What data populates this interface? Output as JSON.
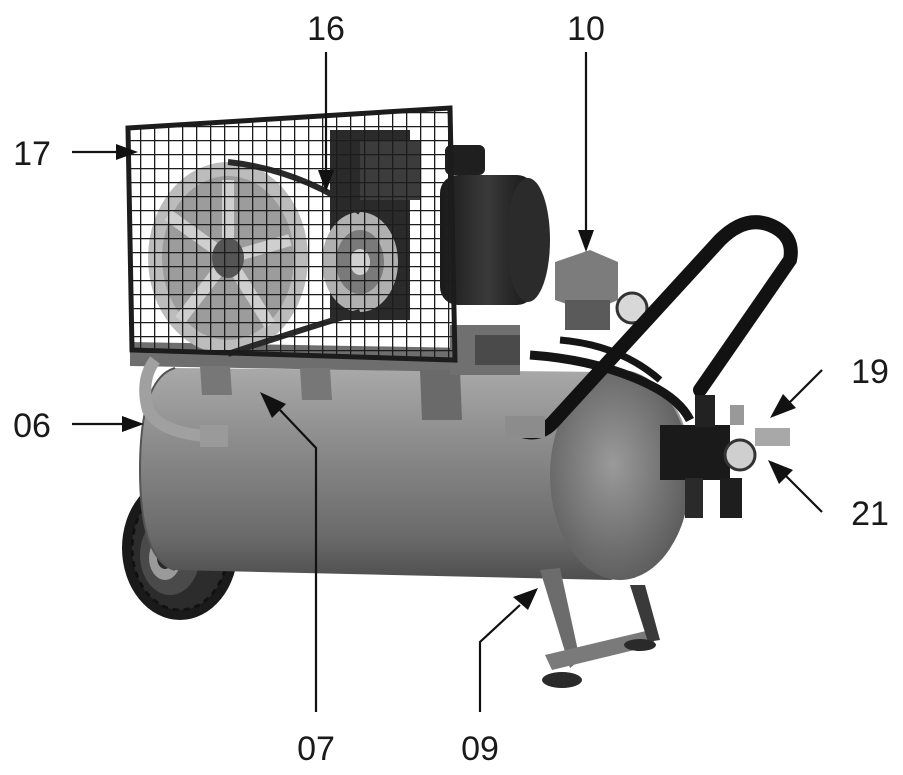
{
  "callouts": {
    "c16": "16",
    "c10": "10",
    "c17": "17",
    "c19": "19",
    "c06": "06",
    "c21": "21",
    "c07": "07",
    "c09": "09"
  },
  "colors": {
    "tank": "#8a8a8a",
    "tank_shadow": "#5e5e5e",
    "metal_dark": "#2a2a2a",
    "guard": "#1c1c1c",
    "pulley": "#b8b8b8",
    "leader": "#111111"
  },
  "icons": [
    "air-compressor-illustration"
  ]
}
